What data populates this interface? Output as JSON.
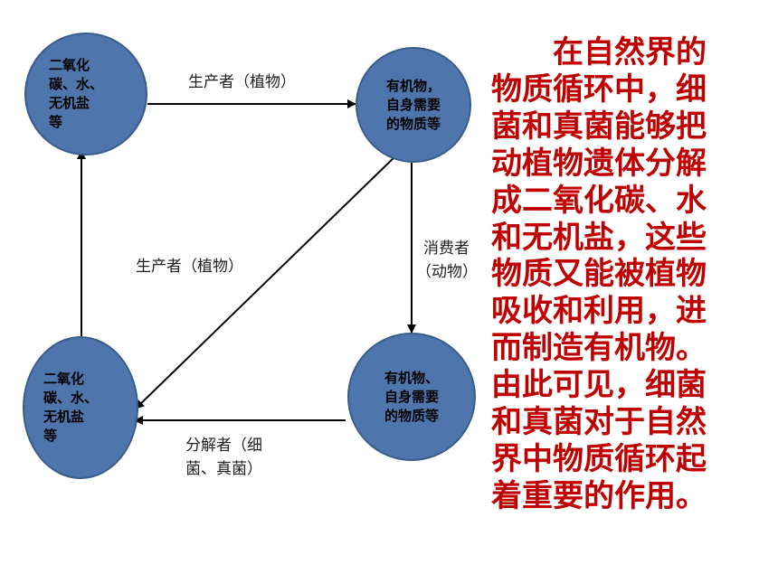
{
  "colors": {
    "node_fill": "#4f75ad",
    "node_border": "#385d8a",
    "arrow": "#000000",
    "paragraph": "#c00000"
  },
  "nodes": {
    "top_left": [
      "二氧化",
      "碳、水、",
      "无机盐",
      "等"
    ],
    "top_right": [
      "有机物，",
      "自身需要",
      "的物质等"
    ],
    "bottom_left": [
      "二氧化",
      "碳、水、",
      "无机盐",
      "等"
    ],
    "bottom_right": [
      "有机物、",
      "自身需要",
      "的物质等"
    ]
  },
  "labels": {
    "top": "生产者（植物）",
    "diagonal": "生产者（植物）",
    "right": [
      "消费者",
      "（动物）"
    ],
    "bottom": [
      "分解者（细",
      "菌、真菌）"
    ]
  },
  "paragraph": [
    "　　在自然界的",
    "物质循环中，细",
    "菌和真菌能够把",
    "动植物遗体分解",
    "成二氧化碳、水",
    "和无机盐，这些",
    "物质又能被植物",
    "吸收和利用，进",
    "而制造有机物。",
    "由此可见，细菌",
    "和真菌对于自然",
    "界中物质循环起",
    "着重要的作用。"
  ]
}
